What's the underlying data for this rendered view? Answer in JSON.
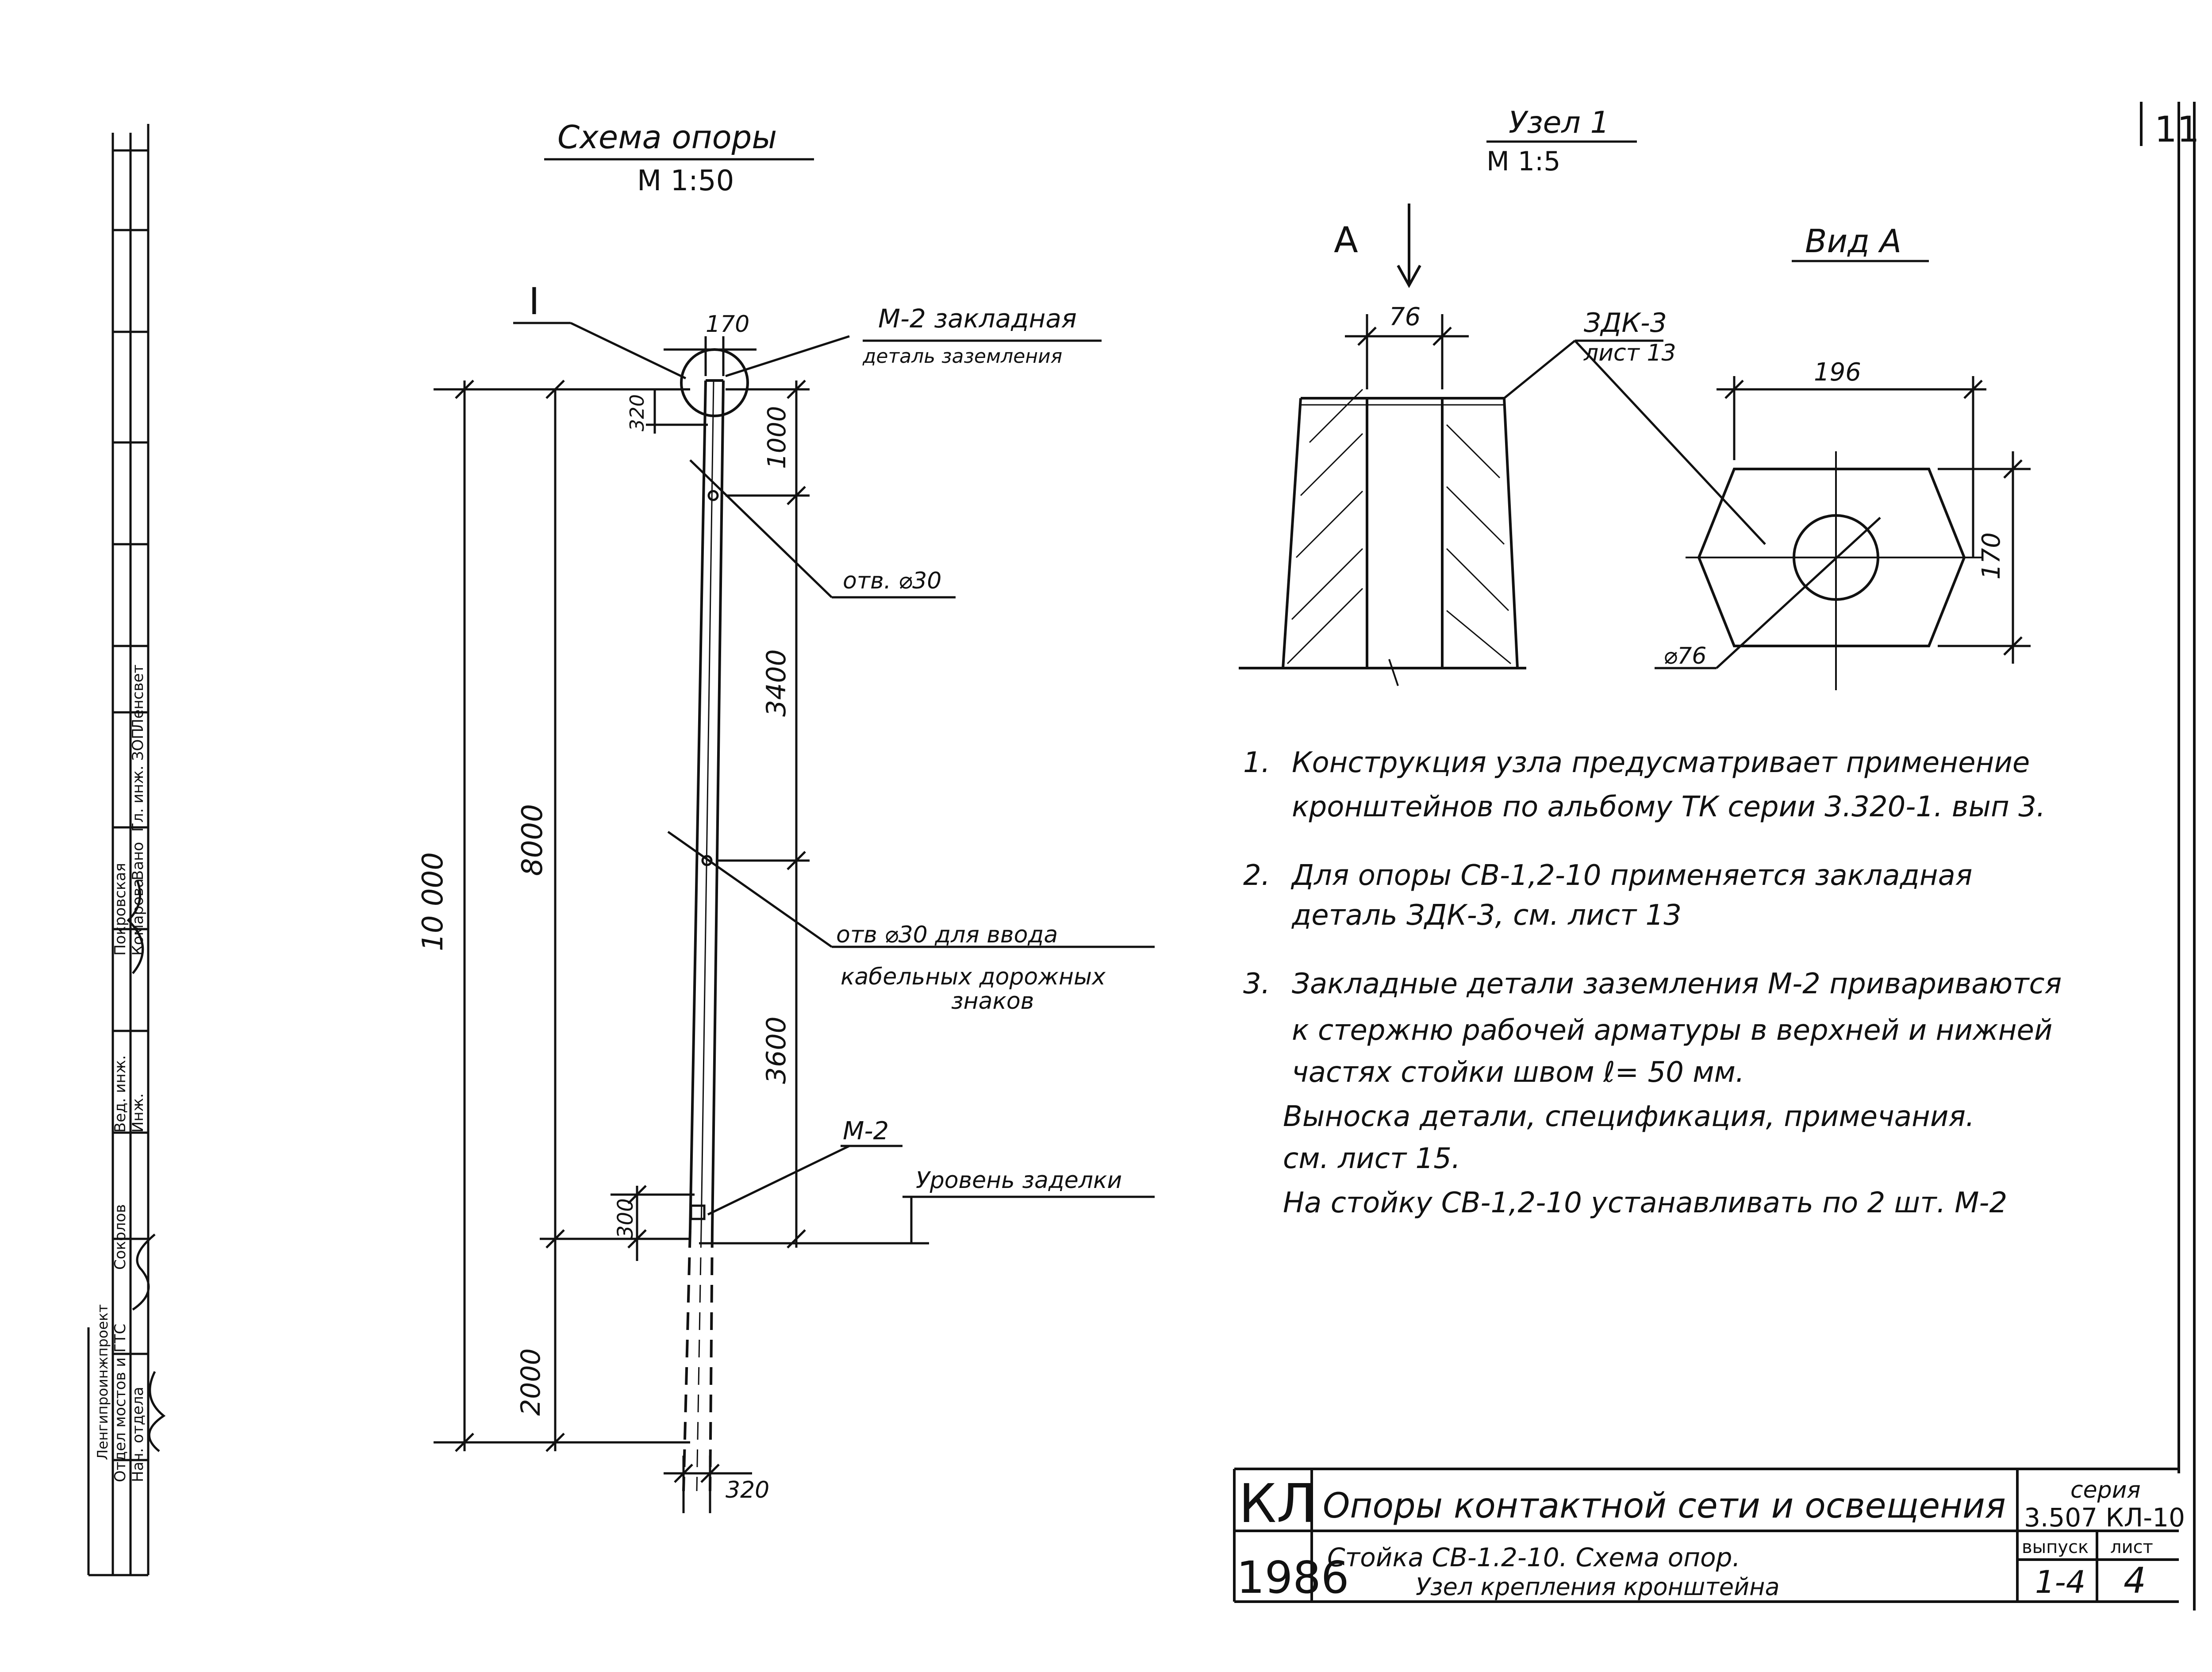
{
  "page_number": "11",
  "left_panel": {
    "title": "Схема опоры",
    "scale": "М 1:50",
    "node_marker": "I",
    "dim_top_width": "170",
    "dim_top_offset": "320",
    "dim_total_height": "10 000",
    "dim_above_ground": "8000",
    "dim_segment_1": "1000",
    "dim_segment_2": "3400",
    "dim_segment_3": "3600",
    "dim_bottom_offset": "300",
    "dim_embedded": "2000",
    "dim_base_width": "320",
    "callout_m2_top_line1": "М-2 закладная",
    "callout_m2_top_line2": "деталь заземления",
    "callout_hole_1": "отв. ⌀30",
    "callout_hole_2_line1": "отв ⌀30 для ввода",
    "callout_hole_2_line2": "кабельных дорожных",
    "callout_hole_2_line3": "знаков",
    "callout_m2_bottom": "М-2",
    "callout_ground_level": "Уровень заделки"
  },
  "right_panel": {
    "title": "Узел 1",
    "scale": "М 1:5",
    "view_marker": "А",
    "view_title": "Вид А",
    "dim_bore": "76",
    "callout_part_line1": "ЗДК-3",
    "callout_part_line2": "лист 13",
    "dim_hex_width": "196",
    "dim_hex_height": "170",
    "dim_hole_dia": "⌀76"
  },
  "notes": [
    {
      "num": "1.",
      "lines": [
        "Конструкция узла предусматривает применение",
        "кронштейнов по альбому ТК серии 3.320-1. вып 3."
      ]
    },
    {
      "num": "2.",
      "lines": [
        "Для опоры СВ-1,2-10 применяется закладная",
        "деталь ЗДК-3, см. лист 13"
      ]
    },
    {
      "num": "3.",
      "lines": [
        "Закладные детали заземления М-2 привариваются",
        "к стержню рабочей арматуры в верхней и нижней",
        "частях стойки швом ℓ= 50 мм.",
        "Выноска детали, спецификация, примечания.",
        "см. лист 15.",
        "На стойку СВ-1,2-10 устанавливать по 2 шт. М-2"
      ]
    }
  ],
  "stamp": {
    "code": "КЛ",
    "year": "1986",
    "title_main": "Опоры контактной сети и освещения",
    "title_sub_line1": "Стойка СВ-1.2-10. Схема опор.",
    "title_sub_line2": "Узел крепления кронштейна",
    "series_label": "серия",
    "series_value": "3.507 КЛ-10",
    "issue_label": "выпуск",
    "issue_value": "1-4",
    "sheet_label": "лист",
    "sheet_value": "4"
  },
  "side_stamp": {
    "rows": [
      {
        "role": "Отдел мостов и ГТС",
        "name": "Соколов"
      },
      {
        "role": "Нач. отдела",
        "name": ""
      },
      {
        "role": "Вед. инж.",
        "name": "Покровская"
      },
      {
        "role": "Инж.",
        "name": "Комарова"
      },
      {
        "role": "Гл. инж. ЗОП",
        "name": "Ленсвет"
      }
    ],
    "org": "Ленгипроинжпроект",
    "approved": "Вано"
  }
}
